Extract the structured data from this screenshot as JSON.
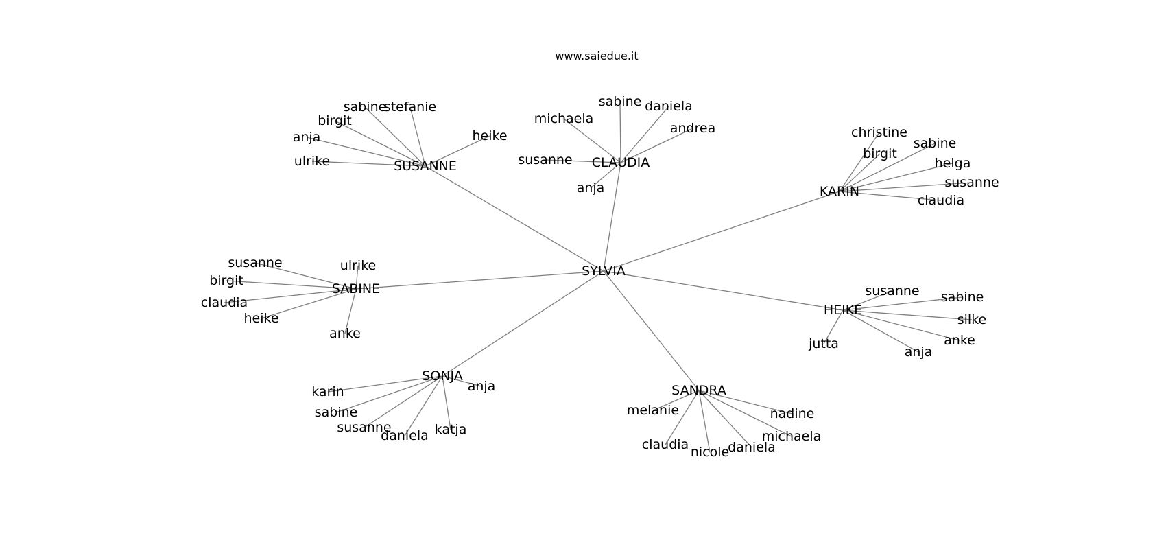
{
  "header": {
    "title": "www.saiedue.it"
  },
  "graph": {
    "root": "SYLVIA",
    "groups": [
      {
        "name": "SUSANNE",
        "leaves": [
          "sabine",
          "stefanie",
          "birgit",
          "anja",
          "heike",
          "ulrike"
        ]
      },
      {
        "name": "CLAUDIA",
        "leaves": [
          "sabine",
          "daniela",
          "michaela",
          "andrea",
          "susanne",
          "anja"
        ]
      },
      {
        "name": "KARIN",
        "leaves": [
          "christine",
          "sabine",
          "birgit",
          "helga",
          "susanne",
          "claudia"
        ]
      },
      {
        "name": "SABINE",
        "leaves": [
          "susanne",
          "ulrike",
          "birgit",
          "claudia",
          "heike",
          "anke"
        ]
      },
      {
        "name": "HEIKE",
        "leaves": [
          "susanne",
          "sabine",
          "silke",
          "anke",
          "anja",
          "jutta"
        ]
      },
      {
        "name": "SONJA",
        "leaves": [
          "karin",
          "anja",
          "sabine",
          "susanne",
          "daniela",
          "katja"
        ]
      },
      {
        "name": "SANDRA",
        "leaves": [
          "melanie",
          "nadine",
          "michaela",
          "claudia",
          "nicole",
          "daniela"
        ]
      }
    ]
  }
}
